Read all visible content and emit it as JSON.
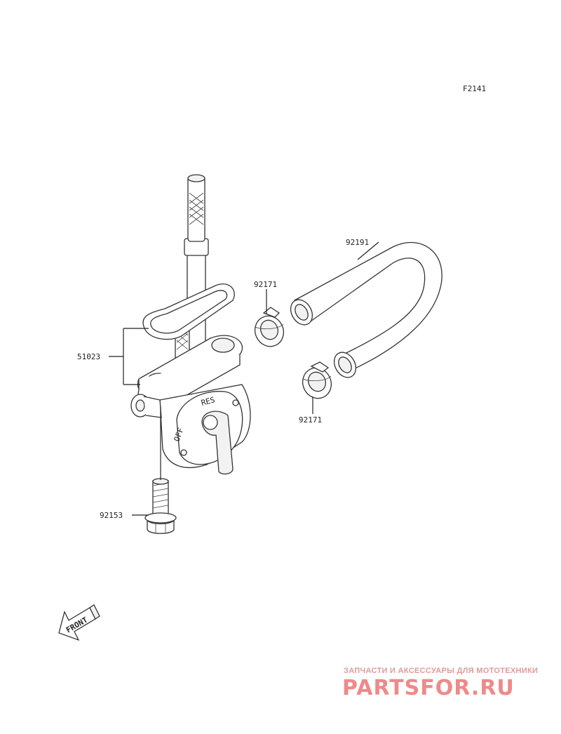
{
  "figure_code": "F2141",
  "parts": [
    {
      "id": "part-51023",
      "number": "51023"
    },
    {
      "id": "part-92191",
      "number": "92191"
    },
    {
      "id": "part-92171-upper",
      "number": "92171"
    },
    {
      "id": "part-92171-lower",
      "number": "92171"
    },
    {
      "id": "part-92153",
      "number": "92153"
    }
  ],
  "valve_marks": {
    "res": "RES",
    "off": "OFF"
  },
  "front_arrow_label": "FRONT",
  "watermark": {
    "tagline": "ЗАПЧАСТИ И АКСЕССУАРЫ ДЛЯ МОТОТЕХНИКИ",
    "brand": "PARTSFOR.RU"
  },
  "colors": {
    "line": "#222222",
    "watermark": "#ee8a8a"
  }
}
